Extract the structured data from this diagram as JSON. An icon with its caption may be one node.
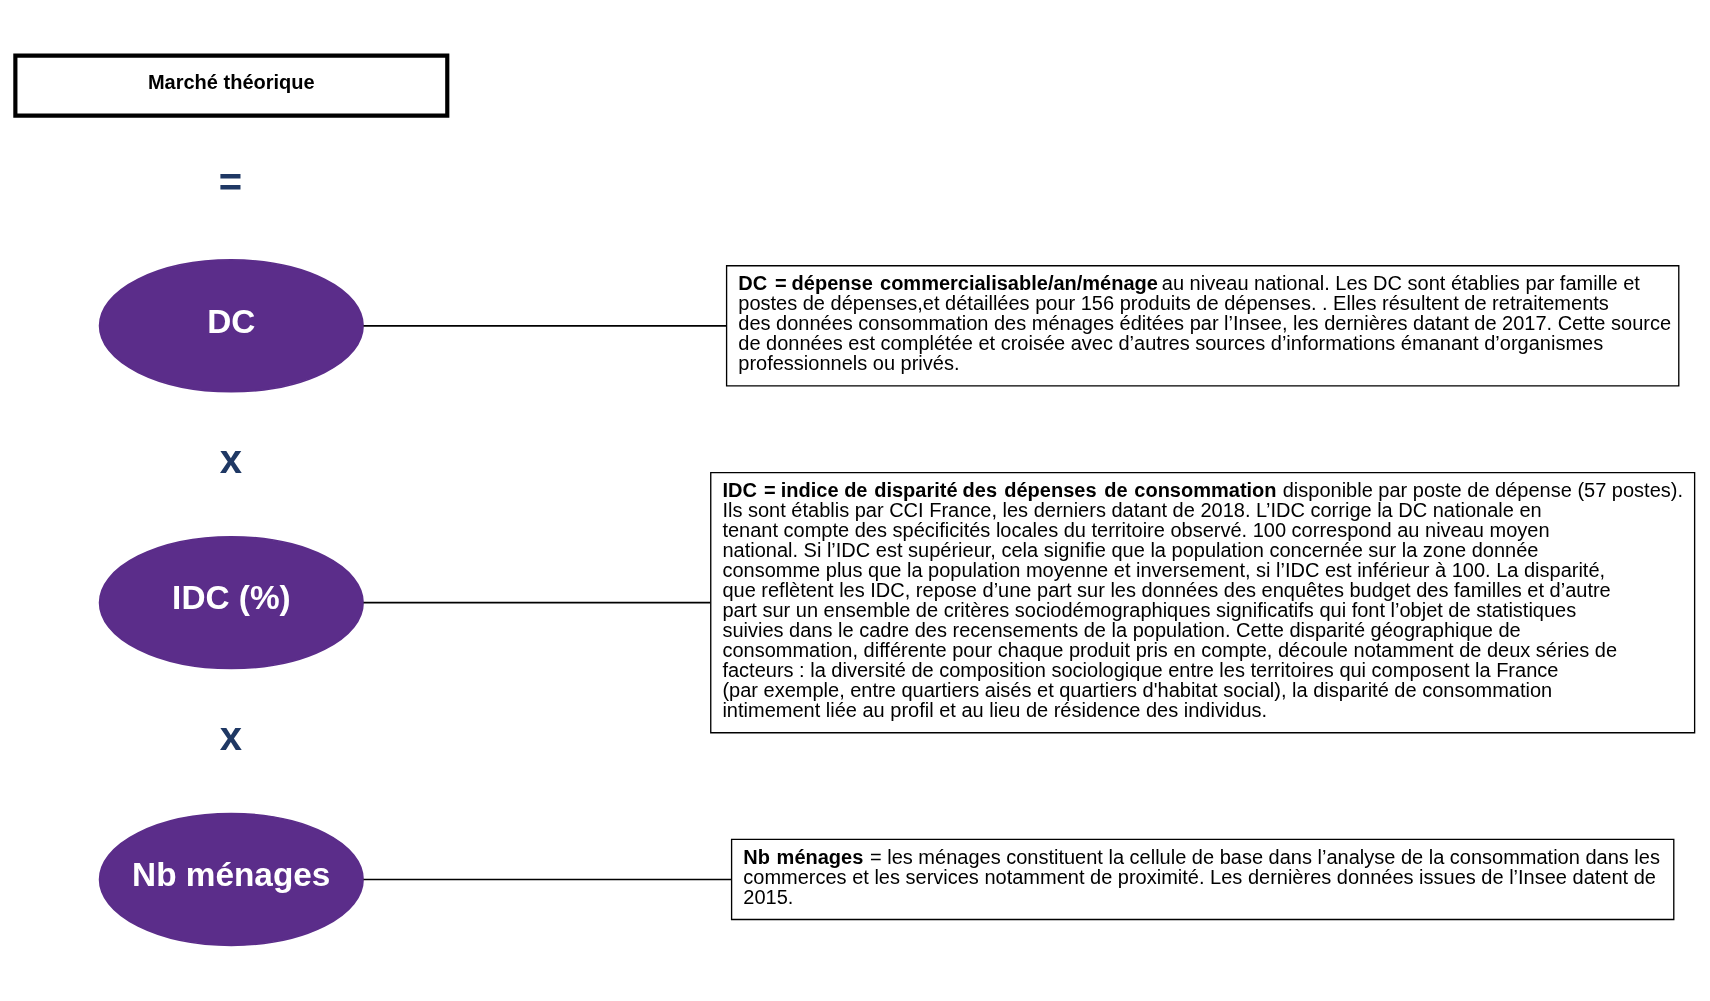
{
  "diagram": {
    "nodes": [
      {
        "text": [
          "Marché théorique"
        ]
      },
      {
        "text": [
          "DC"
        ]
      },
      {
        "text": [
          "IDC (%)"
        ]
      },
      {
        "text": [
          "Nb ménages"
        ]
      },
      {
        "text": [
          "**DC = dépense commercialisable/an/ménage** au niveau national. Les DC sont établies par famille et postes de dépenses,et détaillées pour 156 produits de dépenses. . Elles résultent de retraitements des données consommation des ménages éditées par l’Insee, les dernières datant de 2017. Cette source de données est complétée et croisée avec d’autres sources d’informations émanant d’organismes professionnels ou privés."
        ]
      },
      {
        "text": [
          "**IDC = indice de disparité des dépenses de consommation** disponible par poste de dépense (57 postes). Ils sont établis par CCI France, les derniers datant de 2018. L’IDC corrige la DC nationale en tenant compte des spécificités locales du territoire observé. 100 correspond au niveau moyen national. Si l’IDC est supérieur, cela signifie que la population concernée sur la zone donnée consomme plus que la population moyenne et inversement, si l’IDC est inférieur à 100. La disparité, que reflètent les IDC, repose d’une part sur les données des enquêtes budget des familles et d’autre part sur un ensemble de critères sociodémographiques significatifs qui font l’objet de statistiques suivies dans le cadre des recensements de la population. Cette disparité géographique de consommation, différente pour chaque produit pris en compte, découle notamment de deux séries de facteurs : la diversité de composition sociologique entre les territoires qui composent la France (par exemple, entre quartiers aisés et quartiers d'habitat social), la disparité de consommation intimement liée au profil et au lieu de résidence des individus."
        ]
      },
      {
        "text": [
          "**Nb ménages** = les ménages constituent la cellule de base dans l’analyse de la consommation dans les commerces et les services notamment de proximité. Les dernières données issues de l’Insee datent de 2015."
        ]
      }
    ],
    "edges": [
      {
        "from": 1,
        "to": 4,
        "arrow": "none"
      },
      {
        "from": 2,
        "to": 5,
        "arrow": "none"
      },
      {
        "from": 3,
        "to": 6,
        "arrow": "none"
      }
    ],
    "labels": [
      "=",
      "x",
      "x"
    ]
  }
}
